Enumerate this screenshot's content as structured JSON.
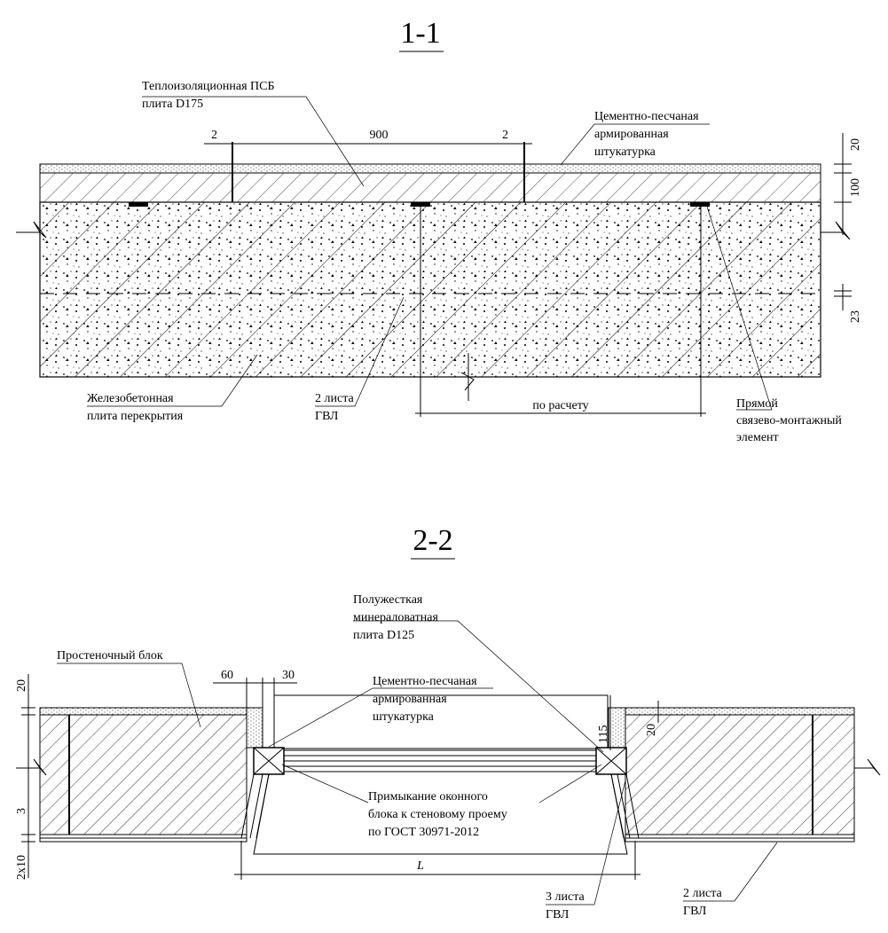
{
  "section_1": {
    "title": "1-1",
    "labels": {
      "insulation": [
        "Теплоизоляционная ПСБ",
        "плита D175"
      ],
      "plaster": [
        "Цементно-песчаная",
        "армированная",
        "штукатурка"
      ],
      "slab": [
        "Железобетонная",
        "плита перекрытия"
      ],
      "gvl": [
        "2 листа",
        "ГВЛ"
      ],
      "tie": [
        "Прямой",
        "связево-монтажный",
        "элемент"
      ]
    },
    "dims": {
      "left_gap": "2",
      "width": "900",
      "right_gap": "2",
      "plaster_thk": "20",
      "insulation_thk": "100",
      "gvl_thk": "23",
      "spacing": "по расчету"
    }
  },
  "section_2": {
    "title": "2-2",
    "labels": {
      "pier_block": "Простеночный блок",
      "mineral_wool": [
        "Полужесткая",
        "минераловатная",
        "плита D125"
      ],
      "plaster": [
        "Цементно-песчаная",
        "армированная",
        "штукатурка"
      ],
      "window_joint": [
        "Примыкание оконного",
        "блока к стеновому проему",
        "по ГОСТ 30971-2012"
      ],
      "gvl_3": [
        "3 листа",
        "ГВЛ"
      ],
      "gvl_2": [
        "2 листа",
        "ГВЛ"
      ]
    },
    "dims": {
      "plaster_left": "20",
      "d60": "60",
      "d30": "30",
      "d115": "115",
      "plaster_right": "20",
      "d3": "3",
      "d2x10": "2x10",
      "opening": "L"
    }
  }
}
